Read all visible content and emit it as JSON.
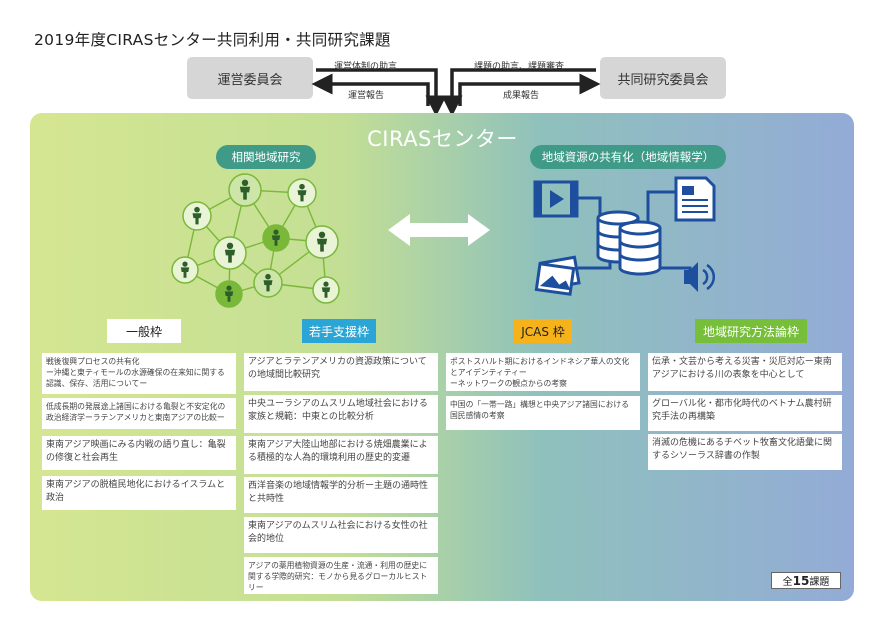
{
  "title": "2019年度CIRASセンター共同利用・共同研究課題",
  "committees": {
    "left": "運営委員会",
    "right": "共同研究委員会"
  },
  "arrows": {
    "left_top": "運営体制の助言",
    "left_bottom": "運営報告",
    "right_top": "課題の助言、課題審査",
    "right_bottom": "成果報告"
  },
  "center": {
    "title": "CIRASセンター",
    "left_pill": "相関地域研究",
    "right_pill": "地域資源の共有化（地域情報学）"
  },
  "categories": [
    {
      "label": "一般枠",
      "items": [
        "戦後復興プロセスの共有化\nー沖縄と東ティモールの水源確保の在来知に関する認識、保存、活用についてー",
        "低成長期の発展途上諸国における亀裂と不安定化の政治経済学ーラテンアメリカと東南アジアの比較ー",
        "東南アジア映画にみる内戦の語り直し：亀裂の修復と社会再生",
        "東南アジアの脱植民地化におけるイスラムと政治"
      ]
    },
    {
      "label": "若手支援枠",
      "items": [
        "アジアとラテンアメリカの資源政策についての地域間比較研究",
        "中央ユーラシアのムスリム地域社会における家族と規範：中東との比較分析",
        "東南アジア大陸山地部における焼畑農業による積極的な人為的環境利用の歴史的変遷",
        "西洋音楽の地域情報学的分析ー主題の通時性と共時性",
        "東南アジアのムスリム社会における女性の社会的地位",
        "アジアの薬用植物資源の生産・流通・利用の歴史に関する学際的研究：モノから見るグローカルヒストリー"
      ]
    },
    {
      "label": "JCAS 枠",
      "items": [
        "ポストスハルト期におけるインドネシア華人の文化とアイデンティティー\nーネットワークの観点からの考察",
        "中国の「一帯一路」構想と中央アジア諸国における国民感情の考察"
      ]
    },
    {
      "label": "地域研究方法論枠",
      "items": [
        "伝承・文芸から考える災害・災厄対応ー東南アジアにおける川の表象を中心として",
        "グローバル化・都市化時代のベトナム農村研究手法の再構築",
        "消滅の危機にあるチベット牧畜文化語彙に関するシソーラス辞書の作製"
      ]
    }
  ],
  "total": {
    "prefix": "全",
    "number": "15",
    "suffix": "課題"
  },
  "colors": {
    "panel_left": "#d5e691",
    "panel_right": "#93abd6",
    "pill": "#3f9a88",
    "young_researcher": "#2aa5d6",
    "jcas": "#f5b21b",
    "methodology": "#77be3a",
    "icon_blue": "#1d4f9e",
    "network_line": "#7ab83a"
  }
}
